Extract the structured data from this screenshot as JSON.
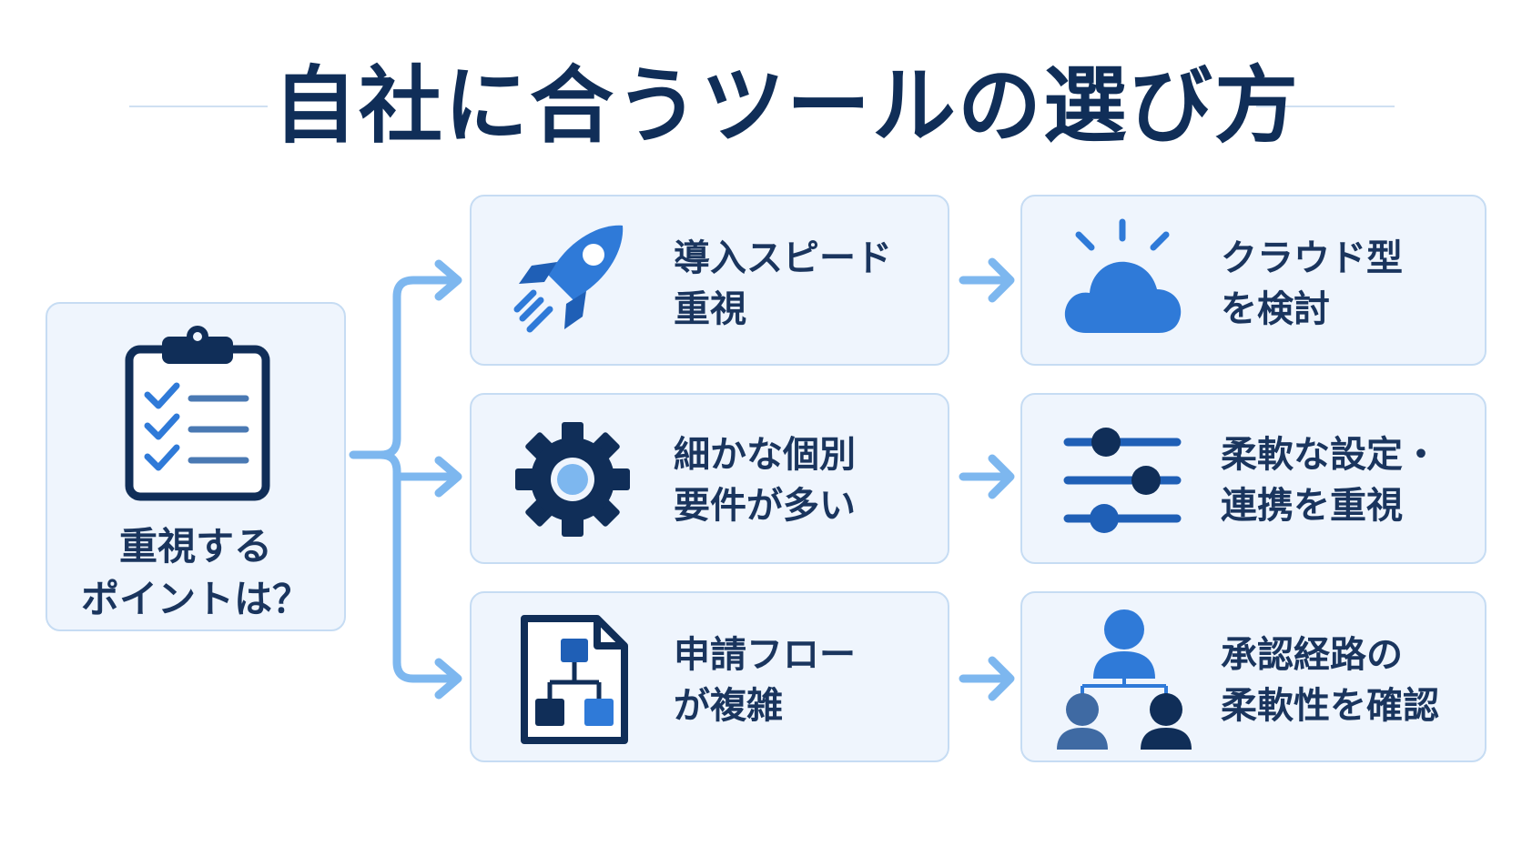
{
  "title": "自社に合うツールの選び方",
  "start": {
    "label": "重視する\nポイントは？",
    "icon": "clipboard-checklist-icon"
  },
  "rows": [
    {
      "need": {
        "label": "導入スピード\n重視",
        "icon": "rocket-icon"
      },
      "solution": {
        "label": "クラウド型\nを検討",
        "icon": "cloud-icon"
      }
    },
    {
      "need": {
        "label": "細かな個別\n要件が多い",
        "icon": "gear-icon"
      },
      "solution": {
        "label": "柔軟な設定・\n連携を重視",
        "icon": "sliders-icon"
      }
    },
    {
      "need": {
        "label": "申請フロー\nが複雑",
        "icon": "flowchart-document-icon"
      },
      "solution": {
        "label": "承認経路の\n柔軟性を確認",
        "icon": "approval-hierarchy-icon"
      }
    }
  ],
  "colors": {
    "navy": "#102e58",
    "accent_blue": "#2f7ad8",
    "light_blue": "#7db7ef",
    "card_bg": "#eff5fd",
    "card_border": "#c6dcf3"
  }
}
